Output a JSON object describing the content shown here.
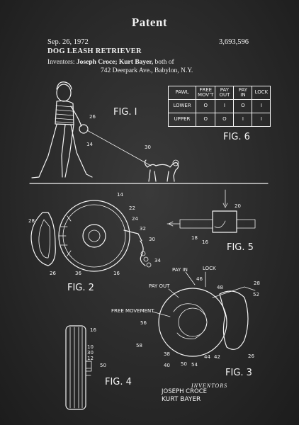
{
  "header": {
    "title": "Patent",
    "date": "Sep. 26, 1972",
    "patent_number": "3,693,596",
    "patent_title": "DOG LEASH RETRIEVER",
    "inventors_label": "Inventors:",
    "inventors_names": "Joseph Croce; Kurt Bayer,",
    "inventors_both": "both of",
    "address": "742 Deerpark Ave., Babylon, N.Y."
  },
  "figures": {
    "fig1": "FIG. I",
    "fig2": "FIG. 2",
    "fig3": "FIG. 3",
    "fig4": "FIG. 4",
    "fig5": "FIG. 5",
    "fig6": "FIG. 6"
  },
  "fig6_table": {
    "headers": [
      "PAWL",
      "FREE MOV'T",
      "PAY OUT",
      "PAY IN",
      "LOCK"
    ],
    "rows": [
      {
        "pawl": "LOWER",
        "cells": [
          "O",
          "I",
          "O",
          "I"
        ]
      },
      {
        "pawl": "UPPER",
        "cells": [
          "O",
          "O",
          "I",
          "I"
        ]
      }
    ]
  },
  "fig1_refs": [
    "26",
    "14",
    "30"
  ],
  "fig2_refs": [
    "28",
    "14",
    "22",
    "24",
    "32",
    "30",
    "26",
    "36",
    "16",
    "34"
  ],
  "fig3_labels": {
    "pay_in": "PAY IN",
    "lock": "LOCK",
    "pay_out": "PAY OUT",
    "free_movement": "FREE MOVEMENT"
  },
  "fig3_refs": [
    "46",
    "48",
    "28",
    "52",
    "56",
    "58",
    "38",
    "40",
    "50",
    "54",
    "44",
    "42",
    "26"
  ],
  "fig4_refs": [
    "16",
    "30",
    "12",
    "50"
  ],
  "fig5_refs": [
    "20",
    "18",
    "16"
  ],
  "signature": {
    "heading": "INVENTORS",
    "name1": "JOSEPH CROCE",
    "name2": "KURT BAYER"
  }
}
